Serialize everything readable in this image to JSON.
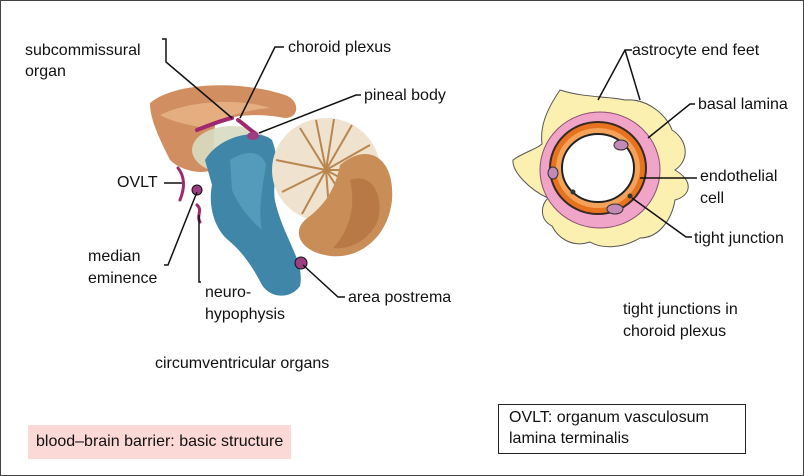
{
  "labels": {
    "subcommissural_organ": "subcommissural organ",
    "choroid_plexus": "choroid plexus",
    "pineal_body": "pineal body",
    "ovlt": "OVLT",
    "median_eminence": "median eminence",
    "neurohypophysis": "neuro-hypophysis",
    "area_postrema": "area postrema",
    "astrocyte_end_feet": "astrocyte end feet",
    "basal_lamina": "basal lamina",
    "endothelial_cell": "endothelial cell",
    "tight_junction": "tight junction"
  },
  "captions": {
    "circumventricular": "circumventricular organs",
    "tight_junctions_choroid": "tight junctions in choroid plexus",
    "figure_title": "blood–brain barrier: basic structure"
  },
  "note": {
    "text": "OVLT: organum vasculosum lamina terminalis"
  },
  "colors": {
    "organ_marker": "#a0286e",
    "organ_dot": "#9c3f82",
    "cortex": "#c97a45",
    "brainstem": "#3f86a8",
    "cerebellum": "#d9b58c",
    "astrocyte": "#fbf0b0",
    "basal_lamina": "#f0a5c8",
    "endothelium": "#e8731f",
    "footer_bg": "#fbd9d6"
  }
}
